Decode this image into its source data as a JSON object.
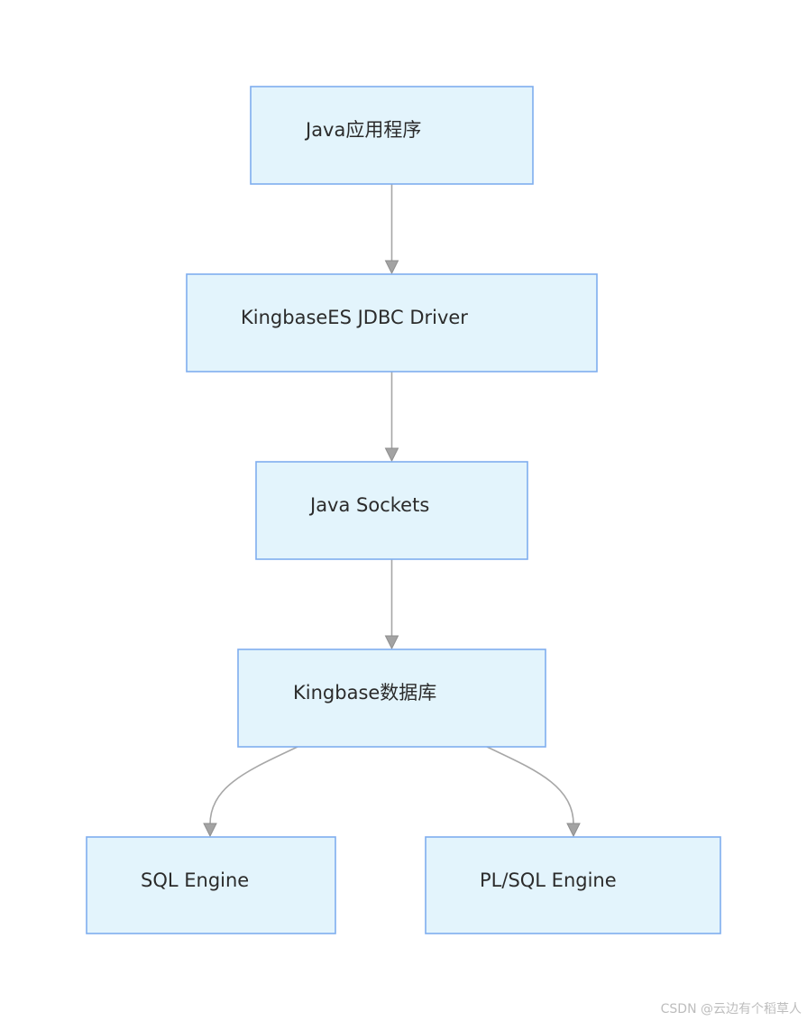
{
  "diagram": {
    "nodes": {
      "java_app": {
        "label": "Java应用程序"
      },
      "jdbc_driver": {
        "label": "KingbaseES JDBC Driver"
      },
      "java_sockets": {
        "label": "Java Sockets"
      },
      "kingbase_db": {
        "label": "Kingbase数据库"
      },
      "sql_engine": {
        "label": "SQL Engine"
      },
      "plsql_engine": {
        "label": "PL/SQL Engine"
      }
    },
    "edges": [
      {
        "from": "java_app",
        "to": "jdbc_driver"
      },
      {
        "from": "jdbc_driver",
        "to": "java_sockets"
      },
      {
        "from": "java_sockets",
        "to": "kingbase_db"
      },
      {
        "from": "kingbase_db",
        "to": "sql_engine"
      },
      {
        "from": "kingbase_db",
        "to": "plsql_engine"
      }
    ],
    "colors": {
      "node_fill": "#e3f4fc",
      "node_border": "#7fadee",
      "edge": "#a7a7a7",
      "text": "#2b2b2b"
    }
  },
  "watermark": "CSDN @云边有个稻草人"
}
